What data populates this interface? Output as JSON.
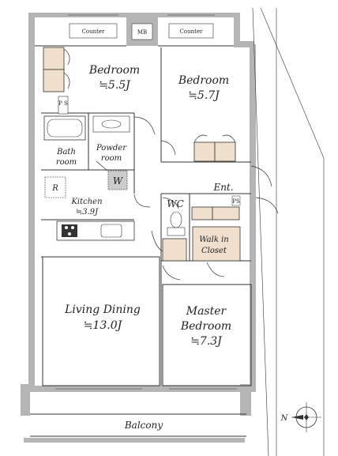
{
  "plan": {
    "rooms": {
      "bedroom_nw": {
        "name": "Bedroom",
        "size": "≒5.5J"
      },
      "bedroom_ne": {
        "name": "Bedroom",
        "size": "≒5.7J"
      },
      "bath": {
        "line1": "Bath",
        "line2": "room"
      },
      "powder": {
        "line1": "Powder",
        "line2": "room"
      },
      "kitchen": {
        "name": "Kitchen",
        "size": "≒3.9J"
      },
      "entrance": {
        "name": "Ent."
      },
      "wc": {
        "name": "WC"
      },
      "walk_in": {
        "line1": "Walk in",
        "line2": "Closet"
      },
      "living": {
        "name": "Living Dining",
        "size": "≒13.0J"
      },
      "master": {
        "line1": "Master",
        "line2": "Bedroom",
        "size": "≒7.3J"
      },
      "balcony": {
        "name": "Balcony"
      }
    },
    "fixtures": {
      "counter_left": "Counter",
      "counter_right": "Counter",
      "mb": "MB",
      "ps_upper": "P S",
      "ps_ent": "PS",
      "fridge": "R",
      "washer": "W"
    },
    "compass": {
      "north": "N"
    }
  }
}
